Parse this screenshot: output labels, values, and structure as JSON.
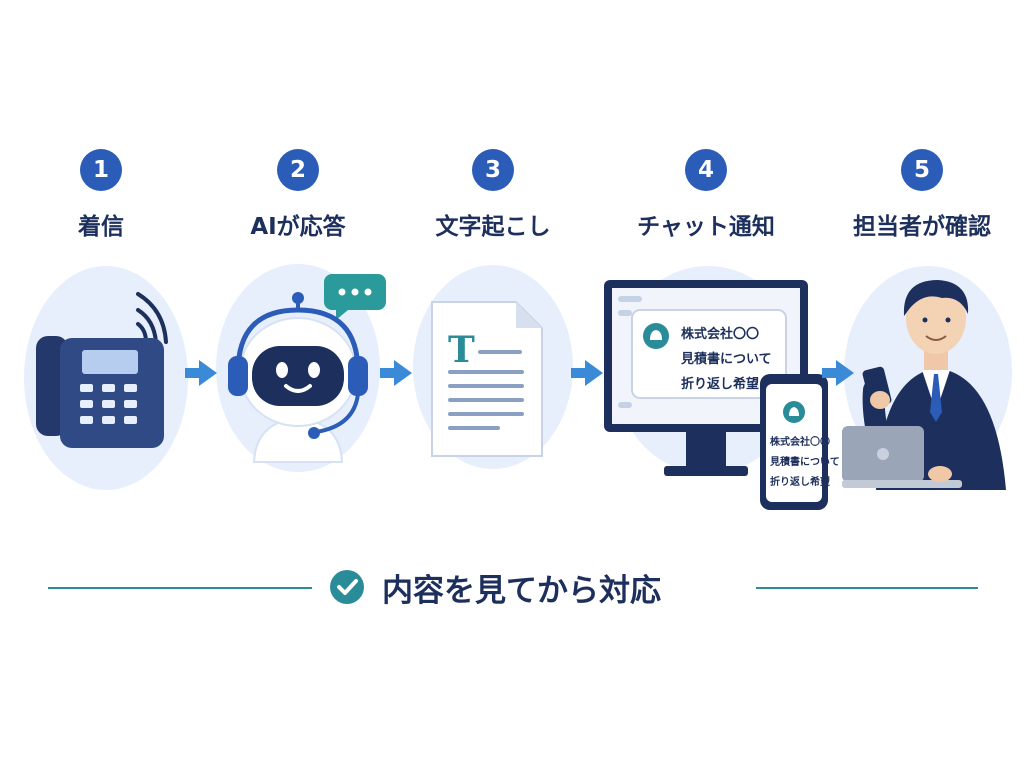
{
  "steps": [
    {
      "number": "1",
      "label": "着信",
      "icon": "desk-phone-icon"
    },
    {
      "number": "2",
      "label": "AIが応答",
      "icon": "robot-headset-icon"
    },
    {
      "number": "3",
      "label": "文字起こし",
      "icon": "document-icon"
    },
    {
      "number": "4",
      "label": "チャット通知",
      "icon": "monitor-smartphone-icon"
    },
    {
      "number": "5",
      "label": "担当者が確認",
      "icon": "person-checking-phone-icon"
    }
  ],
  "notification": {
    "lines": [
      "株式会社〇〇",
      "見積書について",
      "折り返し希望"
    ]
  },
  "bottom": {
    "text": "内容を見てから対応",
    "icon": "check-circle-icon"
  },
  "colors": {
    "primary": "#2a5cb8",
    "navy": "#1d2f5c",
    "circle_bg": "#e6effb",
    "arrow": "#3b8ad8",
    "teal": "#2a8c98"
  }
}
